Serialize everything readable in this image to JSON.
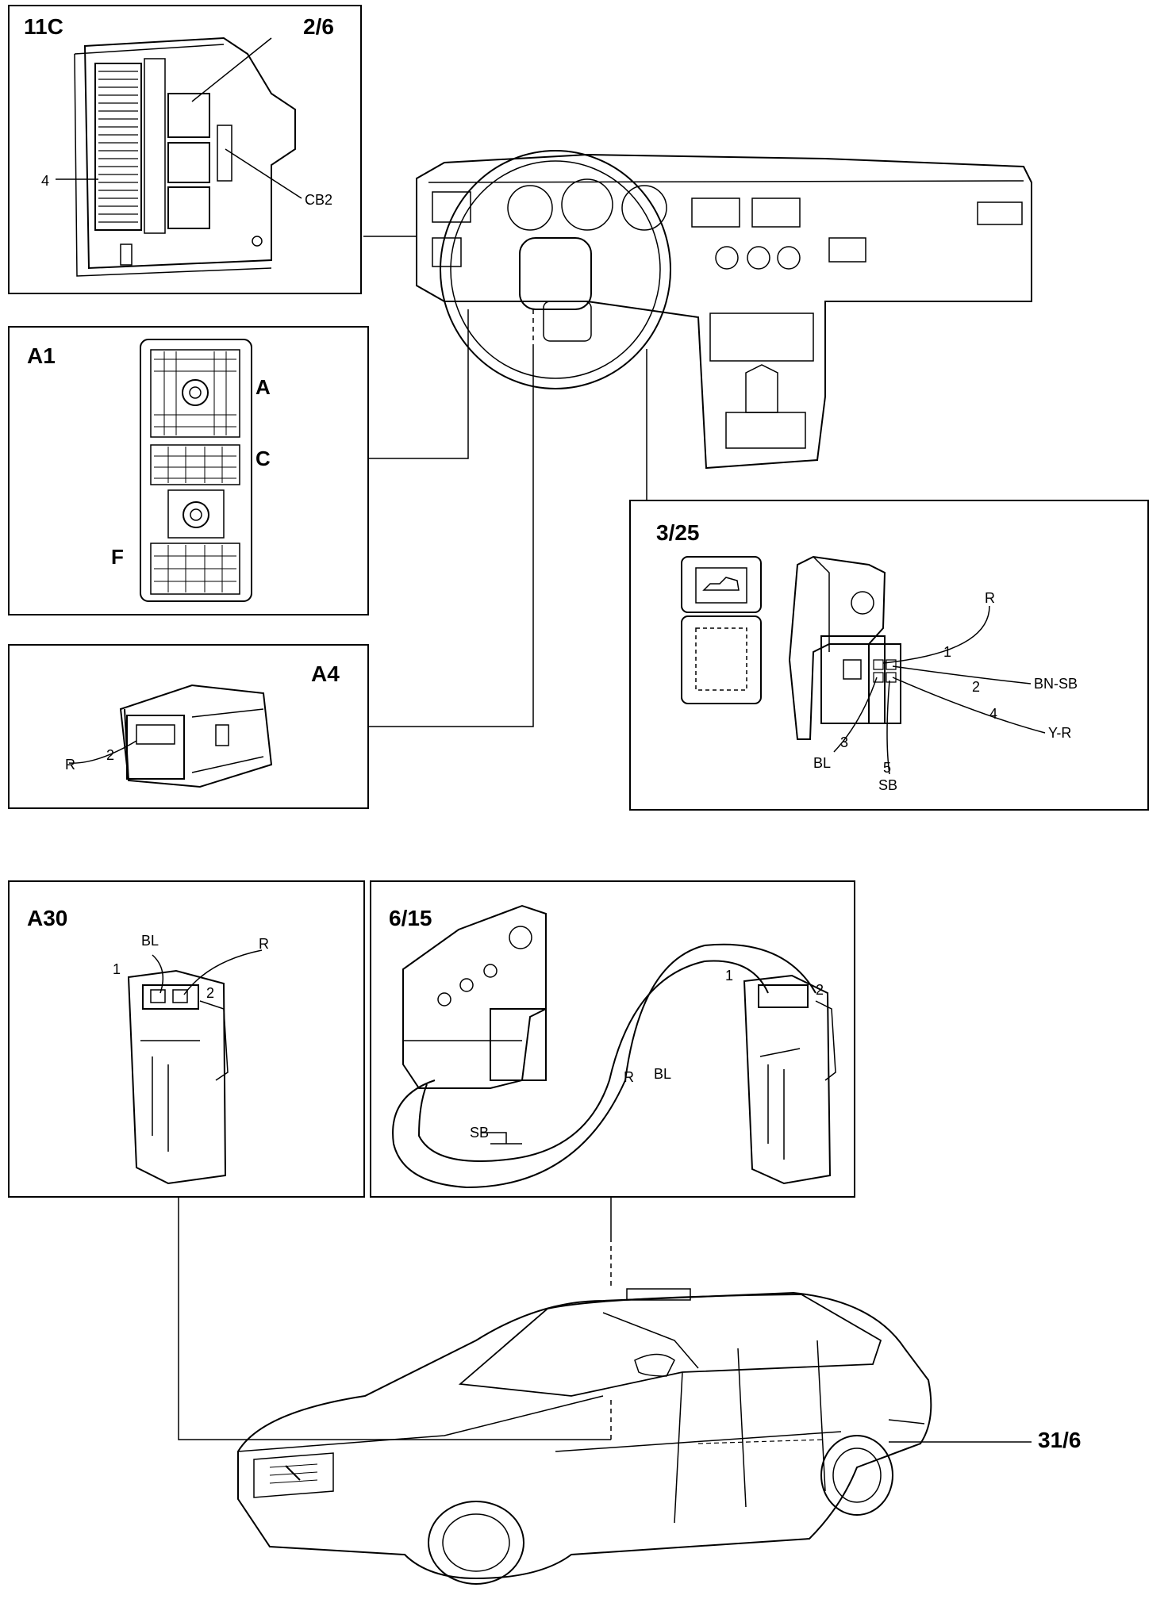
{
  "panels": {
    "p11c": {
      "title": "11C",
      "ref": "2/6",
      "label_4": "4",
      "label_cb2": "CB2"
    },
    "a1": {
      "title": "A1",
      "conn_a": "A",
      "conn_c": "C",
      "conn_f": "F"
    },
    "a4": {
      "title": "A4",
      "wire": "R",
      "pin": "2"
    },
    "p325": {
      "title": "3/25",
      "pins": [
        "1",
        "2",
        "3",
        "4",
        "5"
      ],
      "wires": [
        "R",
        "BN-SB",
        "BL",
        "Y-R",
        "SB"
      ]
    },
    "a30": {
      "title": "A30",
      "pin1": "1",
      "pin2": "2",
      "wire1": "BL",
      "wire2": "R"
    },
    "p615": {
      "title": "6/15",
      "pin1": "1",
      "pin2": "2",
      "wire_r": "R",
      "wire_bl": "BL",
      "wire_sb": "SB"
    }
  },
  "callouts": {
    "ref_316": "31/6"
  }
}
